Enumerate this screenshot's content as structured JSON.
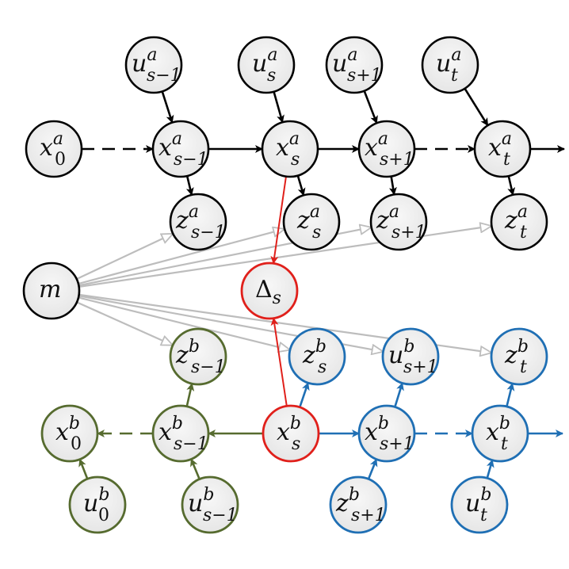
{
  "diagram": {
    "type": "graphical-model",
    "colors": {
      "agent_a": "#000000",
      "agent_b_past": "#566b2f",
      "agent_b_future": "#1f6fb4",
      "delta": "#e0201b",
      "map_edges": "#bdbdbd",
      "node_fill": "#ececec"
    },
    "nodes": [
      {
        "id": "u_a_sm1",
        "base": "u",
        "sup": "a",
        "sub": "s−1",
        "group": "a"
      },
      {
        "id": "u_a_s",
        "base": "u",
        "sup": "a",
        "sub": "s",
        "group": "a"
      },
      {
        "id": "u_a_sp1",
        "base": "u",
        "sup": "a",
        "sub": "s+1",
        "group": "a"
      },
      {
        "id": "u_a_t",
        "base": "u",
        "sup": "a",
        "sub": "t",
        "group": "a"
      },
      {
        "id": "x_a_0",
        "base": "x",
        "sup": "a",
        "sub": "0",
        "group": "a"
      },
      {
        "id": "x_a_sm1",
        "base": "x",
        "sup": "a",
        "sub": "s−1",
        "group": "a"
      },
      {
        "id": "x_a_s",
        "base": "x",
        "sup": "a",
        "sub": "s",
        "group": "a"
      },
      {
        "id": "x_a_sp1",
        "base": "x",
        "sup": "a",
        "sub": "s+1",
        "group": "a"
      },
      {
        "id": "x_a_t",
        "base": "x",
        "sup": "a",
        "sub": "t",
        "group": "a"
      },
      {
        "id": "z_a_sm1",
        "base": "z",
        "sup": "a",
        "sub": "s−1",
        "group": "a"
      },
      {
        "id": "z_a_s",
        "base": "z",
        "sup": "a",
        "sub": "s",
        "group": "a"
      },
      {
        "id": "z_a_sp1",
        "base": "z",
        "sup": "a",
        "sub": "s+1",
        "group": "a"
      },
      {
        "id": "z_a_t",
        "base": "z",
        "sup": "a",
        "sub": "t",
        "group": "a"
      },
      {
        "id": "m",
        "base": "m",
        "sup": "",
        "sub": "",
        "group": "a"
      },
      {
        "id": "delta_s",
        "base": "Δ",
        "sup": "",
        "sub": "s",
        "group": "delta"
      },
      {
        "id": "z_b_sm1",
        "base": "z",
        "sup": "b",
        "sub": "s−1",
        "group": "b_past"
      },
      {
        "id": "z_b_s",
        "base": "z",
        "sup": "b",
        "sub": "s",
        "group": "b_future"
      },
      {
        "id": "u_b_sp1",
        "base": "u",
        "sup": "b",
        "sub": "s+1",
        "group": "b_future"
      },
      {
        "id": "z_b_t",
        "base": "z",
        "sup": "b",
        "sub": "t",
        "group": "b_future"
      },
      {
        "id": "x_b_0",
        "base": "x",
        "sup": "b",
        "sub": "0",
        "group": "b_past"
      },
      {
        "id": "x_b_sm1",
        "base": "x",
        "sup": "b",
        "sub": "s−1",
        "group": "b_past"
      },
      {
        "id": "x_b_s",
        "base": "x",
        "sup": "b",
        "sub": "s",
        "group": "delta"
      },
      {
        "id": "x_b_sp1",
        "base": "x",
        "sup": "b",
        "sub": "s+1",
        "group": "b_future"
      },
      {
        "id": "x_b_t",
        "base": "x",
        "sup": "b",
        "sub": "t",
        "group": "b_future"
      },
      {
        "id": "u_b_0",
        "base": "u",
        "sup": "b",
        "sub": "0",
        "group": "b_past"
      },
      {
        "id": "u_b_sm1",
        "base": "u",
        "sup": "b",
        "sub": "s−1",
        "group": "b_past"
      },
      {
        "id": "z_b_sp1",
        "base": "z",
        "sup": "b",
        "sub": "s+1",
        "group": "b_future"
      },
      {
        "id": "u_b_t",
        "base": "u",
        "sup": "b",
        "sub": "t",
        "group": "b_future"
      }
    ],
    "edges": [
      {
        "from": "u_a_sm1",
        "to": "x_a_sm1",
        "style": "solid",
        "group": "a"
      },
      {
        "from": "u_a_s",
        "to": "x_a_s",
        "style": "solid",
        "group": "a"
      },
      {
        "from": "u_a_sp1",
        "to": "x_a_sp1",
        "style": "solid",
        "group": "a"
      },
      {
        "from": "u_a_t",
        "to": "x_a_t",
        "style": "solid",
        "group": "a"
      },
      {
        "from": "x_a_0",
        "to": "x_a_sm1",
        "style": "dashed",
        "group": "a"
      },
      {
        "from": "x_a_sm1",
        "to": "x_a_s",
        "style": "solid",
        "group": "a"
      },
      {
        "from": "x_a_s",
        "to": "x_a_sp1",
        "style": "solid",
        "group": "a"
      },
      {
        "from": "x_a_sp1",
        "to": "x_a_t",
        "style": "dashed",
        "group": "a"
      },
      {
        "from": "x_a_t",
        "to": "out_a",
        "style": "solid",
        "group": "a"
      },
      {
        "from": "x_a_sm1",
        "to": "z_a_sm1",
        "style": "solid",
        "group": "a"
      },
      {
        "from": "x_a_s",
        "to": "z_a_s",
        "style": "solid",
        "group": "a"
      },
      {
        "from": "x_a_sp1",
        "to": "z_a_sp1",
        "style": "solid",
        "group": "a"
      },
      {
        "from": "x_a_t",
        "to": "z_a_t",
        "style": "solid",
        "group": "a"
      },
      {
        "from": "m",
        "to": "z_a_sm1",
        "style": "open",
        "group": "map"
      },
      {
        "from": "m",
        "to": "z_a_s",
        "style": "open",
        "group": "map"
      },
      {
        "from": "m",
        "to": "z_a_sp1",
        "style": "open",
        "group": "map"
      },
      {
        "from": "m",
        "to": "z_a_t",
        "style": "open",
        "group": "map"
      },
      {
        "from": "m",
        "to": "z_b_sm1",
        "style": "open",
        "group": "map"
      },
      {
        "from": "m",
        "to": "z_b_s",
        "style": "open",
        "group": "map"
      },
      {
        "from": "m",
        "to": "u_b_sp1",
        "style": "open",
        "group": "map"
      },
      {
        "from": "m",
        "to": "z_b_t",
        "style": "open",
        "group": "map"
      },
      {
        "from": "x_a_s",
        "to": "delta_s",
        "style": "solid",
        "group": "delta"
      },
      {
        "from": "x_b_s",
        "to": "delta_s",
        "style": "solid",
        "group": "delta"
      },
      {
        "from": "x_b_sm1",
        "to": "z_b_sm1",
        "style": "solid",
        "group": "b_past"
      },
      {
        "from": "x_b_s",
        "to": "x_b_sm1",
        "style": "solid",
        "group": "b_past"
      },
      {
        "from": "x_b_sm1",
        "to": "x_b_0",
        "style": "dashed",
        "group": "b_past"
      },
      {
        "from": "u_b_0",
        "to": "x_b_0",
        "style": "solid",
        "group": "b_past"
      },
      {
        "from": "u_b_sm1",
        "to": "x_b_sm1",
        "style": "solid",
        "group": "b_past"
      },
      {
        "from": "x_b_s",
        "to": "z_b_s",
        "style": "solid",
        "group": "b_future"
      },
      {
        "from": "x_b_s",
        "to": "x_b_sp1",
        "style": "solid",
        "group": "b_future"
      },
      {
        "from": "x_b_sp1",
        "to": "u_b_sp1",
        "style": "solid",
        "group": "b_future"
      },
      {
        "from": "x_b_sp1",
        "to": "x_b_t",
        "style": "dashed",
        "group": "b_future"
      },
      {
        "from": "x_b_t",
        "to": "z_b_t",
        "style": "solid",
        "group": "b_future"
      },
      {
        "from": "x_b_t",
        "to": "out_b",
        "style": "solid",
        "group": "b_future"
      },
      {
        "from": "z_b_sp1",
        "to": "x_b_sp1",
        "style": "solid",
        "group": "b_future"
      },
      {
        "from": "u_b_t",
        "to": "x_b_t",
        "style": "solid",
        "group": "b_future"
      }
    ]
  }
}
